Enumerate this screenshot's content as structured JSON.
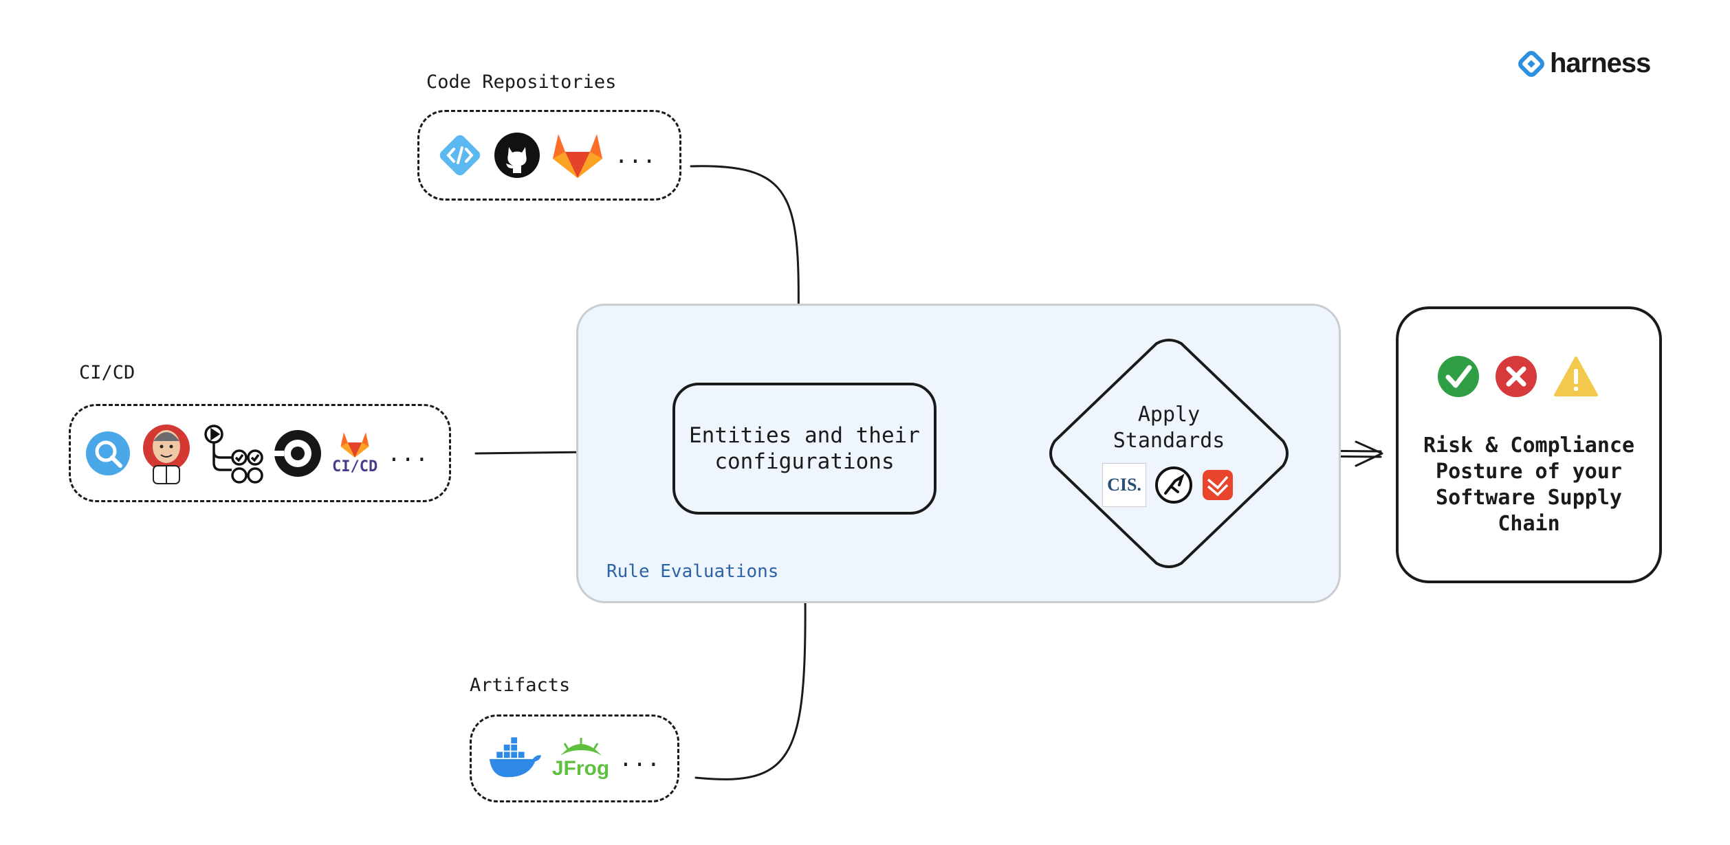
{
  "brand": {
    "name": "harness",
    "color": "#2d8fe0"
  },
  "sources": {
    "code_repositories": {
      "label": "Code Repositories",
      "icons": [
        "azure-repos-icon",
        "github-icon",
        "gitlab-icon"
      ],
      "more": "..."
    },
    "cicd": {
      "label": "CI/CD",
      "icons": [
        "harness-ci-icon",
        "jenkins-icon",
        "github-actions-icon",
        "circleci-icon",
        "gitlab-cicd-icon"
      ],
      "gitlab_text": "CI/CD",
      "more": "..."
    },
    "artifacts": {
      "label": "Artifacts",
      "icons": [
        "docker-icon",
        "jfrog-icon"
      ],
      "jfrog_text": "JFrog",
      "more": "..."
    }
  },
  "rule_evaluations": {
    "label": "Rule Evaluations",
    "label_color": "#2a63a8",
    "background": "#eef5fd"
  },
  "entities": {
    "line1": "Entities and their",
    "line2": "configurations"
  },
  "standards": {
    "line1": "Apply",
    "line2": "Standards",
    "icons": [
      "cis-icon",
      "owasp-icon",
      "scorecard-icon"
    ],
    "cis_text": "CIS."
  },
  "posture": {
    "icons": [
      "pass-check-icon",
      "fail-x-icon",
      "warning-icon"
    ],
    "lines": [
      "Risk & Compliance",
      "Posture of your",
      "Software Supply",
      "Chain"
    ]
  }
}
